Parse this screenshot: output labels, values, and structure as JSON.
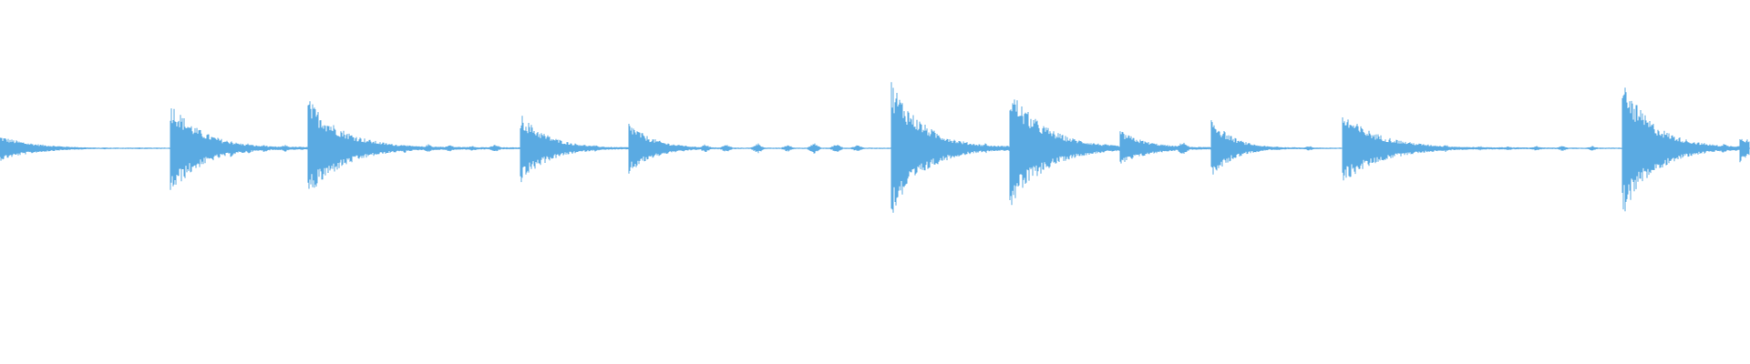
{
  "waveform": {
    "color": "#5aaae2",
    "background": "#ffffff",
    "duration_fraction_note_free": true,
    "transients": [
      {
        "t": 0.0,
        "peak": 0.07,
        "decay": 0.02
      },
      {
        "t": 0.097,
        "peak": 0.27,
        "decay": 0.018
      },
      {
        "t": 0.176,
        "peak": 0.28,
        "decay": 0.02
      },
      {
        "t": 0.297,
        "peak": 0.2,
        "decay": 0.016
      },
      {
        "t": 0.359,
        "peak": 0.15,
        "decay": 0.014
      },
      {
        "t": 0.509,
        "peak": 0.39,
        "decay": 0.018
      },
      {
        "t": 0.577,
        "peak": 0.34,
        "decay": 0.02
      },
      {
        "t": 0.64,
        "peak": 0.1,
        "decay": 0.016
      },
      {
        "t": 0.692,
        "peak": 0.18,
        "decay": 0.012
      },
      {
        "t": 0.767,
        "peak": 0.2,
        "decay": 0.022
      },
      {
        "t": 0.927,
        "peak": 0.38,
        "decay": 0.018
      },
      {
        "t": 0.994,
        "peak": 0.08,
        "decay": 0.01
      }
    ],
    "ripples": [
      {
        "t": 0.042,
        "amp": 0.01
      },
      {
        "t": 0.06,
        "amp": 0.006
      },
      {
        "t": 0.08,
        "amp": 0.006
      },
      {
        "t": 0.132,
        "amp": 0.05
      },
      {
        "t": 0.142,
        "amp": 0.03
      },
      {
        "t": 0.151,
        "amp": 0.022
      },
      {
        "t": 0.163,
        "amp": 0.02
      },
      {
        "t": 0.219,
        "amp": 0.03
      },
      {
        "t": 0.231,
        "amp": 0.028
      },
      {
        "t": 0.245,
        "amp": 0.024
      },
      {
        "t": 0.257,
        "amp": 0.02
      },
      {
        "t": 0.27,
        "amp": 0.015
      },
      {
        "t": 0.283,
        "amp": 0.022
      },
      {
        "t": 0.328,
        "amp": 0.02
      },
      {
        "t": 0.34,
        "amp": 0.018
      },
      {
        "t": 0.39,
        "amp": 0.022
      },
      {
        "t": 0.403,
        "amp": 0.024
      },
      {
        "t": 0.415,
        "amp": 0.022
      },
      {
        "t": 0.433,
        "amp": 0.03
      },
      {
        "t": 0.45,
        "amp": 0.02
      },
      {
        "t": 0.465,
        "amp": 0.032
      },
      {
        "t": 0.478,
        "amp": 0.025
      },
      {
        "t": 0.49,
        "amp": 0.02
      },
      {
        "t": 0.548,
        "amp": 0.028
      },
      {
        "t": 0.563,
        "amp": 0.03
      },
      {
        "t": 0.605,
        "amp": 0.025
      },
      {
        "t": 0.617,
        "amp": 0.028
      },
      {
        "t": 0.628,
        "amp": 0.024
      },
      {
        "t": 0.66,
        "amp": 0.022
      },
      {
        "t": 0.676,
        "amp": 0.04
      },
      {
        "t": 0.712,
        "amp": 0.012
      },
      {
        "t": 0.73,
        "amp": 0.012
      },
      {
        "t": 0.748,
        "amp": 0.014
      },
      {
        "t": 0.812,
        "amp": 0.018
      },
      {
        "t": 0.826,
        "amp": 0.022
      },
      {
        "t": 0.846,
        "amp": 0.012
      },
      {
        "t": 0.862,
        "amp": 0.012
      },
      {
        "t": 0.878,
        "amp": 0.014
      },
      {
        "t": 0.893,
        "amp": 0.016
      },
      {
        "t": 0.91,
        "amp": 0.014
      },
      {
        "t": 0.95,
        "amp": 0.03
      },
      {
        "t": 0.962,
        "amp": 0.032
      },
      {
        "t": 0.974,
        "amp": 0.03
      },
      {
        "t": 0.985,
        "amp": 0.028
      }
    ]
  }
}
